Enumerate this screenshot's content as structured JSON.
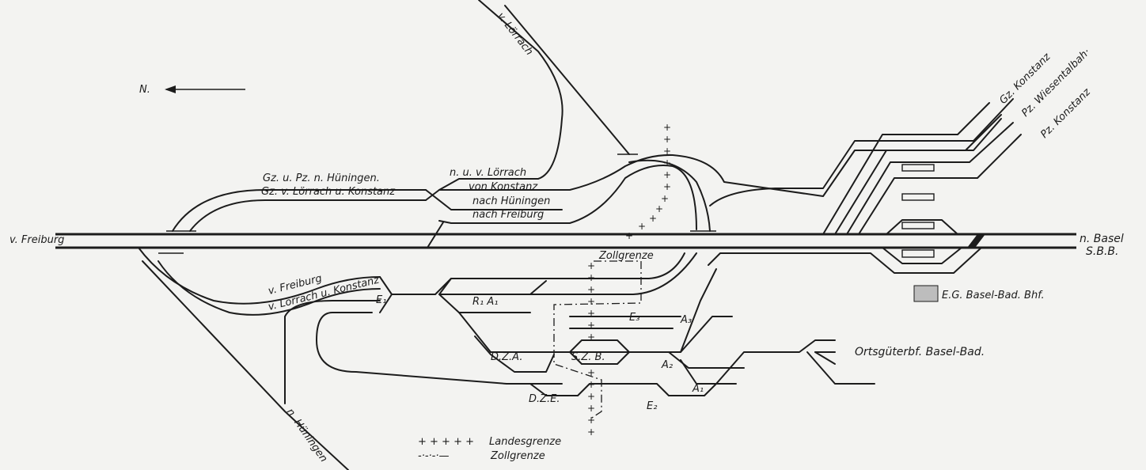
{
  "diagram": {
    "north_label": "N.",
    "labels": {
      "v_freiburg": "v. Freiburg",
      "gz_u_pz_n_huningen": "Gz. u. Pz. n. Hüningen.",
      "gz_v_lorrach_u_konstanz": "Gz. v. Lörrach u. Konstanz",
      "n_u_v_lorrach": "n. u. v. Lörrach",
      "von_konstanz": "von Konstanz",
      "nach_huningen": "nach Hüningen",
      "nach_freiburg": "nach Freiburg",
      "v_lorrach_top": "v. Lörrach",
      "gz_konstanz": "Gz. Konstanz",
      "pz_wiesentalbahn": "Pz. Wiesentalbah·",
      "pz_konstanz": "Pz. Konstanz",
      "n_basel": "n. Basel",
      "sbb": "S.B.B.",
      "eg_basel_bad": "E.G. Basel-Bad. Bhf.",
      "zollgrenze_top": "Zollgrenze",
      "v_freiburg_low": "v. Freiburg",
      "v_lorrach_u_konstanz": "v. Lörrach u. Konstanz",
      "e1": "E₁",
      "r1a1": "R₁ A₁",
      "e3": "E₃",
      "a3": "A₃",
      "dza": "D.Z.A.",
      "szb": "S.Z. B.",
      "a2": "A₂",
      "a1": "A₁",
      "dze": "D.Z.E.",
      "e2": "E₂",
      "ortsguterbf": "Ortsgüterbf. Basel-Bad.",
      "n_huningen": "n. Hüningen"
    },
    "legend": [
      {
        "symbol": "+ + + + +",
        "label": "Landesgrenze"
      },
      {
        "symbol": "-·-·-·—",
        "label": "Zollgrenze"
      }
    ]
  }
}
